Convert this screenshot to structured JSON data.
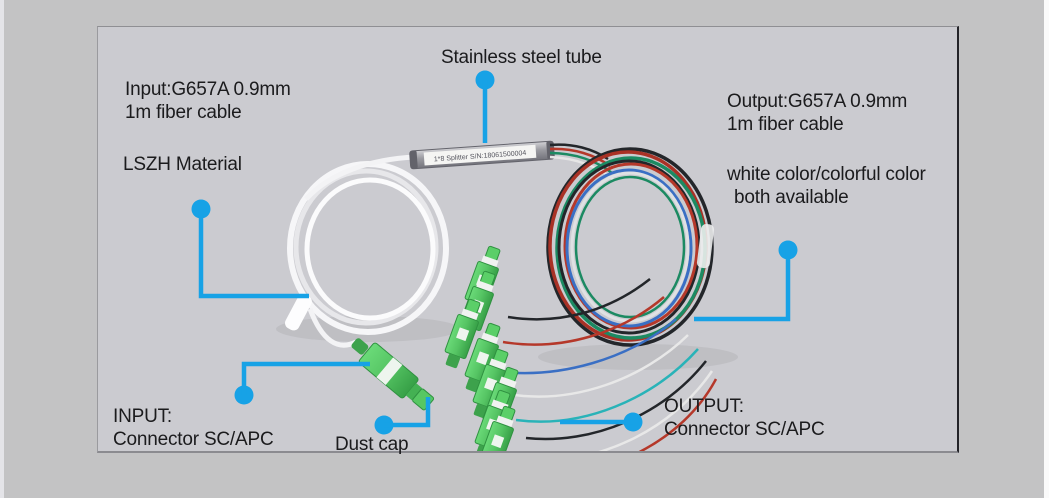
{
  "colors": {
    "accent_blue": "#17a2e6",
    "connector_green": "#55c463",
    "panel_background": "#cbcbd0",
    "outer_background": "#c3c3c4",
    "steel_tube_gray": "#9a9aa0"
  },
  "annotations": {
    "tube": "Stainless steel tube",
    "input_spec_1": "Input:G657A 0.9mm",
    "input_spec_2": "1m fiber cable",
    "material": "LSZH Material",
    "output_spec_1": "Output:G657A 0.9mm",
    "output_spec_2": "1m fiber cable",
    "color_note_1": "white color/colorful color",
    "color_note_2": "both available",
    "input_connector_1": "INPUT:",
    "input_connector_2": "Connector SC/APC",
    "dust_cap": "Dust cap",
    "output_connector_1": "OUTPUT:",
    "output_connector_2": "Connector SC/APC",
    "tube_serial": "1*8 Splitter S/N:18061500004"
  }
}
